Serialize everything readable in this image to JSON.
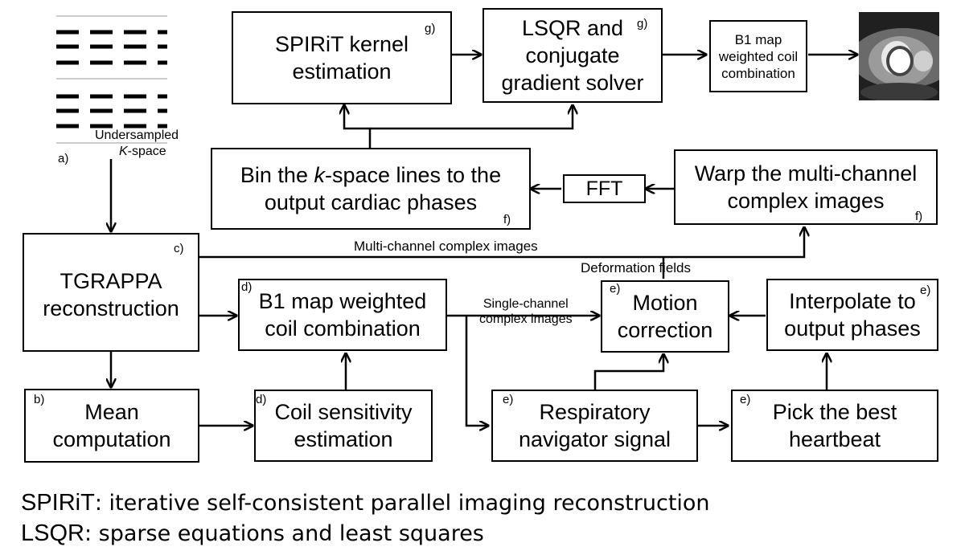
{
  "kspace": {
    "undersampled": "Undersampled",
    "k_italic": "K",
    "suffix": "-space"
  },
  "tags": {
    "a": "a)",
    "b": "b)",
    "c": "c)",
    "d": "d)",
    "e": "e)",
    "f": "f)",
    "g": "g)"
  },
  "boxes": {
    "spirit_kernel": "SPIRiT kernel\nestimation",
    "lsqr_solver": "LSQR and\nconjugate\ngradient solver",
    "b1_final": "B1 map\nweighted coil\ncombination",
    "bin_line1_pre": "Bin the ",
    "bin_k": "k",
    "bin_line1_post": "-space lines to the",
    "bin_line2": "output cardiac phases",
    "fft": "FFT",
    "warp": "Warp the multi-channel\ncomplex images",
    "tgrappa": "TGRAPPA\nreconstruction",
    "b1_combination": "B1 map weighted\ncoil combination",
    "motion": "Motion\ncorrection",
    "interpolate": "Interpolate to\noutput phases",
    "mean": "Mean\ncomputation",
    "coil_sensitivity": "Coil sensitivity\nestimation",
    "navigator": "Respiratory\nnavigator signal",
    "heartbeat": "Pick the best\nheartbeat"
  },
  "connectors": {
    "multichannel": "Multi-channel complex images",
    "deformation": "Deformation fields",
    "single_channel": "Single-channel\ncomplex images"
  },
  "footnotes": {
    "spirit_term": "SPIRiT",
    "spirit_def": ": iterative self-consistent parallel imaging reconstruction",
    "lsqr_term": "LSQR",
    "lsqr_def": ": sparse equations and least squares"
  }
}
